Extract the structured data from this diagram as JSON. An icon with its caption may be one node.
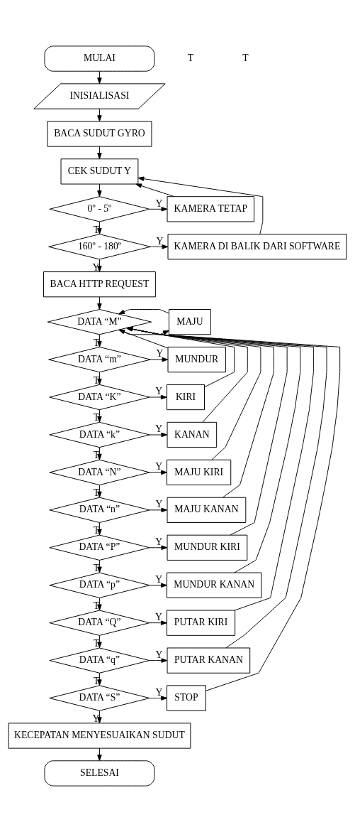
{
  "diagram": {
    "nodes": [
      {
        "text": [
          "MULAI"
        ]
      },
      {
        "text": [
          "INISIALISASI"
        ]
      },
      {
        "text": [
          "BACA SUDUT GYRO"
        ]
      },
      {
        "text": [
          "CEK SUDUT Y"
        ]
      },
      {
        "text": [
          "0º - 5º"
        ]
      },
      {
        "text": [
          "KAMERA TETAP"
        ]
      },
      {
        "text": [
          "160º - 180º"
        ]
      },
      {
        "text": [
          "KAMERA DI BALIK DARI SOFTWARE"
        ]
      },
      {
        "text": [
          "BACA HTTP REQUEST"
        ]
      },
      {
        "text": [
          "DATA “M”"
        ]
      },
      {
        "text": [
          "MAJU"
        ]
      },
      {
        "text": [
          "DATA “m”"
        ]
      },
      {
        "text": [
          "MUNDUR"
        ]
      },
      {
        "text": [
          "DATA “K”"
        ]
      },
      {
        "text": [
          "KIRI"
        ]
      },
      {
        "text": [
          "DATA “k”"
        ]
      },
      {
        "text": [
          "KANAN"
        ]
      },
      {
        "text": [
          "DATA “N”"
        ]
      },
      {
        "text": [
          "MAJU KIRI"
        ]
      },
      {
        "text": [
          "DATA “n”"
        ]
      },
      {
        "text": [
          "MAJU KANAN"
        ]
      },
      {
        "text": [
          "DATA “P”"
        ]
      },
      {
        "text": [
          "MUNDUR KIRI"
        ]
      },
      {
        "text": [
          "DATA “p”"
        ]
      },
      {
        "text": [
          "MUNDUR KANAN"
        ]
      },
      {
        "text": [
          "DATA “Q”"
        ]
      },
      {
        "text": [
          "PUTAR KIRI"
        ]
      },
      {
        "text": [
          "DATA “q”"
        ]
      },
      {
        "text": [
          "PUTAR KANAN"
        ]
      },
      {
        "text": [
          "DATA “S”"
        ]
      },
      {
        "text": [
          "STOP"
        ]
      },
      {
        "text": [
          "KECEPATAN MENYESUAIKAN SUDUT"
        ]
      },
      {
        "text": [
          "SELESAI"
        ]
      }
    ],
    "edges": [
      {
        "from": 0,
        "to": 1,
        "arrow": "to"
      },
      {
        "from": 1,
        "to": 2,
        "arrow": "to"
      },
      {
        "from": 2,
        "to": 3,
        "arrow": "to"
      },
      {
        "from": 3,
        "to": 4,
        "arrow": "to"
      },
      {
        "from": 4,
        "to": 5,
        "arrow": "to",
        "label": "Y"
      },
      {
        "from": 4,
        "to": 6,
        "arrow": "to",
        "label": "T"
      },
      {
        "from": 6,
        "to": 7,
        "arrow": "to",
        "label": "Y"
      },
      {
        "from": 6,
        "to": 8,
        "arrow": "to",
        "label": "Y"
      },
      {
        "from": 5,
        "to": 3,
        "arrow": "to"
      },
      {
        "from": 7,
        "to": 3,
        "arrow": "to"
      },
      {
        "from": 8,
        "to": 9,
        "arrow": "to"
      },
      {
        "from": 9,
        "to": 10,
        "arrow": "to"
      },
      {
        "from": 9,
        "to": 11,
        "arrow": "to",
        "label": "T"
      },
      {
        "from": 11,
        "to": 12,
        "arrow": "to",
        "label": "Y"
      },
      {
        "from": 11,
        "to": 13,
        "arrow": "to",
        "label": "T"
      },
      {
        "from": 13,
        "to": 14,
        "arrow": "to",
        "label": "Y"
      },
      {
        "from": 13,
        "to": 15,
        "arrow": "to",
        "label": "T"
      },
      {
        "from": 15,
        "to": 16,
        "arrow": "to",
        "label": "Y"
      },
      {
        "from": 15,
        "to": 17,
        "arrow": "to",
        "label": "T"
      },
      {
        "from": 17,
        "to": 18,
        "arrow": "to",
        "label": "Y"
      },
      {
        "from": 17,
        "to": 19,
        "arrow": "to",
        "label": "T"
      },
      {
        "from": 19,
        "to": 20,
        "arrow": "to",
        "label": "Y"
      },
      {
        "from": 19,
        "to": 21,
        "arrow": "to",
        "label": "T"
      },
      {
        "from": 21,
        "to": 22,
        "arrow": "to",
        "label": "Y"
      },
      {
        "from": 21,
        "to": 23,
        "arrow": "to",
        "label": "T"
      },
      {
        "from": 23,
        "to": 24,
        "arrow": "to",
        "label": "Y"
      },
      {
        "from": 23,
        "to": 25,
        "arrow": "to",
        "label": "T"
      },
      {
        "from": 25,
        "to": 26,
        "arrow": "to",
        "label": "Y"
      },
      {
        "from": 25,
        "to": 27,
        "arrow": "to",
        "label": "T"
      },
      {
        "from": 27,
        "to": 28,
        "arrow": "to",
        "label": "Y"
      },
      {
        "from": 27,
        "to": 29,
        "arrow": "to",
        "label": "T"
      },
      {
        "from": 29,
        "to": 30,
        "arrow": "to",
        "label": "Y"
      },
      {
        "from": 29,
        "to": 31,
        "arrow": "to",
        "label": "Y"
      },
      {
        "from": 10,
        "to": 9,
        "arrow": "to"
      },
      {
        "from": 12,
        "to": 9,
        "arrow": "to"
      },
      {
        "from": 14,
        "to": 9,
        "arrow": "to"
      },
      {
        "from": 16,
        "to": 9,
        "arrow": "to"
      },
      {
        "from": 18,
        "to": 9,
        "arrow": "to"
      },
      {
        "from": 20,
        "to": 9,
        "arrow": "to"
      },
      {
        "from": 22,
        "to": 9,
        "arrow": "to"
      },
      {
        "from": 24,
        "to": 9,
        "arrow": "to"
      },
      {
        "from": 26,
        "to": 9,
        "arrow": "to"
      },
      {
        "from": 28,
        "to": 9,
        "arrow": "to"
      },
      {
        "from": 30,
        "to": 9,
        "arrow": "to"
      },
      {
        "from": 31,
        "to": 32,
        "arrow": "to"
      }
    ],
    "labels": [
      "T",
      "T"
    ]
  }
}
